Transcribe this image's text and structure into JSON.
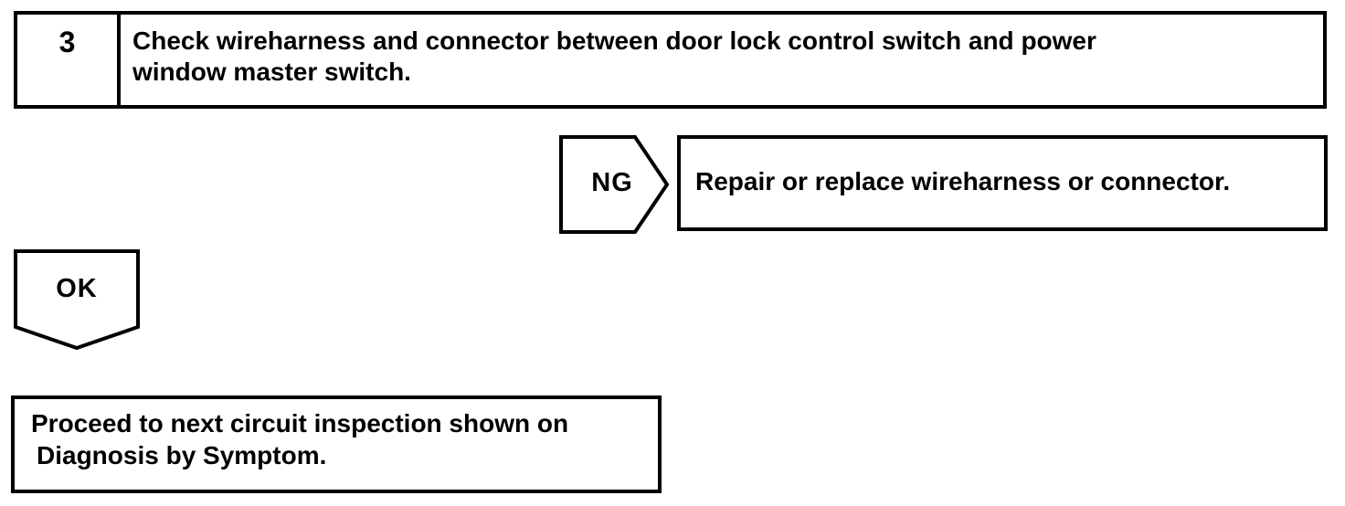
{
  "page": {
    "background": "#ffffff",
    "ink": "#000000"
  },
  "flowchart": {
    "step": {
      "number": "3",
      "lines": [
        "Check wireharness and connector between door lock control switch and power",
        "window master switch."
      ]
    },
    "ng_branch": {
      "label": "NG",
      "action": "Repair or replace wireharness or connector."
    },
    "ok_branch": {
      "label": "OK",
      "action_lines": [
        "Proceed to next circuit inspection shown on",
        "Diagnosis by Symptom."
      ]
    }
  }
}
